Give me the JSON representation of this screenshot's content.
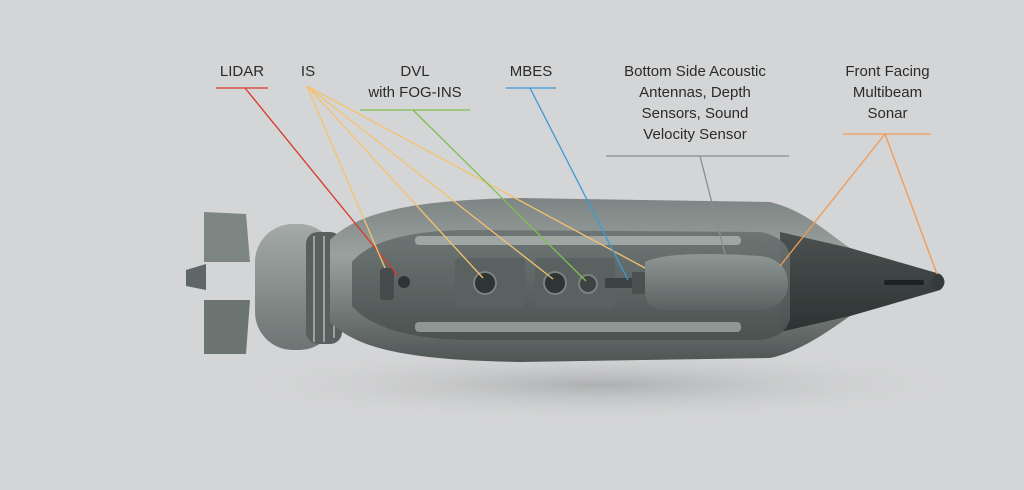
{
  "labels": {
    "lidar": {
      "lines": [
        "LIDAR"
      ],
      "color": "#d9382a"
    },
    "is": {
      "lines": [
        "IS"
      ],
      "color": "#f4c270"
    },
    "dvl": {
      "lines": [
        "DVL",
        "with FOG-INS"
      ],
      "color": "#7fbf4f"
    },
    "mbes": {
      "lines": [
        "MBES"
      ],
      "color": "#3a9bd5"
    },
    "bottom": {
      "lines": [
        "Bottom Side Acoustic",
        "Antennas, Depth",
        "Sensors, Sound",
        "Velocity Sensor"
      ],
      "color": "#8a8d90"
    },
    "front": {
      "lines": [
        "Front Facing",
        "Multibeam",
        "Sonar"
      ],
      "color": "#f39a52"
    }
  }
}
